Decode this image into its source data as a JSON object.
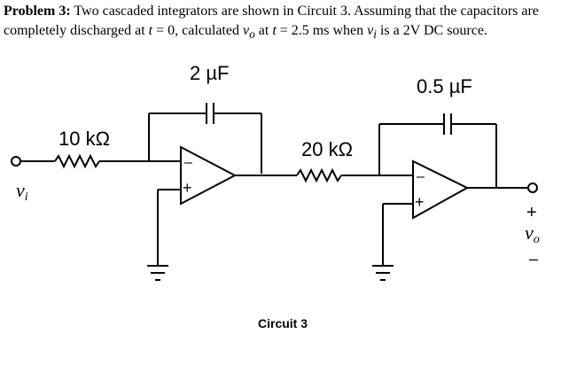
{
  "problem": {
    "label": "Problem 3:",
    "text_a": " Two cascaded integrators are shown in Circuit 3. Assuming that the capacitors are completely discharged at ",
    "t0": "t",
    "text_b": " = 0, calculated ",
    "vo": "v",
    "vo_sub": "o",
    "text_c": " at ",
    "t1": "t",
    "text_d": " = 2.5 ms when ",
    "vi": "v",
    "vi_sub": "i",
    "text_e": " is a 2V DC source."
  },
  "circuit": {
    "cap1": "2 µF",
    "cap2": "0.5 µF",
    "res1": "10 kΩ",
    "res2": "20 kΩ",
    "vi_label": "vi",
    "vo_label": "vo",
    "plus": "+",
    "minus": "–",
    "opamp_minus": "–",
    "opamp_plus": "+",
    "caption": "Circuit 3"
  }
}
